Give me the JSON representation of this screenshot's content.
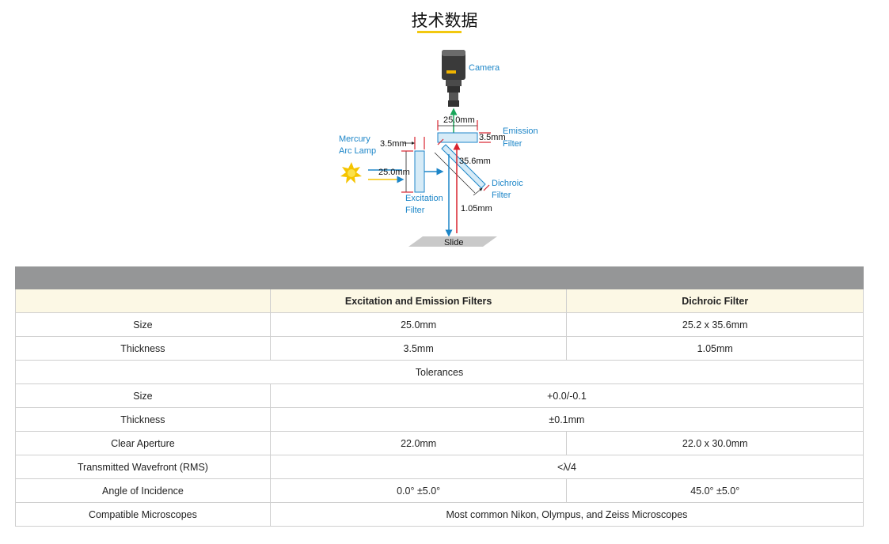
{
  "page": {
    "title": "技术数据"
  },
  "diagram": {
    "labels": {
      "camera": "Camera",
      "emission_filter": [
        "Emission",
        "Filter"
      ],
      "mercury_lamp": [
        "Mercury",
        "Arc Lamp"
      ],
      "dichroic_filter": [
        "Dichroic",
        "Filter"
      ],
      "excitation_filter": [
        "Excitation",
        "Filter"
      ],
      "slide": "Slide"
    },
    "dimensions": {
      "emission_width": "25.0mm",
      "emission_thickness": "3.5mm",
      "excitation_thickness": "3.5mm",
      "excitation_width": "25.0mm",
      "dichroic_length": "35.6mm",
      "dichroic_thickness": "1.05mm"
    },
    "colors": {
      "blue": "#1d86c8",
      "red": "#d9232e",
      "green": "#1aa55a",
      "yellow": "#f5c400"
    }
  },
  "table": {
    "columns": [
      "",
      "Excitation and Emission Filters",
      "Dichroic Filter"
    ],
    "rows": {
      "size": {
        "label": "Size",
        "excitation_emission": "25.0mm",
        "dichroic": "25.2 x 35.6mm"
      },
      "thickness": {
        "label": "Thickness",
        "excitation_emission": "3.5mm",
        "dichroic": "1.05mm"
      },
      "tolerances": {
        "label": "Tolerances"
      },
      "tol_size": {
        "label": "Size",
        "value": "+0.0/-0.1"
      },
      "tol_thickness": {
        "label": "Thickness",
        "value": "±0.1mm"
      },
      "clear_aperture": {
        "label": "Clear Aperture",
        "excitation_emission": "22.0mm",
        "dichroic": "22.0 x 30.0mm"
      },
      "wavefront": {
        "label": "Transmitted Wavefront (RMS)",
        "value": "<λ/4"
      },
      "angle": {
        "label": "Angle of Incidence",
        "excitation_emission": "0.0° ±5.0°",
        "dichroic": "45.0° ±5.0°"
      },
      "microscopes": {
        "label": "Compatible Microscopes",
        "value": "Most common Nikon, Olympus, and Zeiss Microscopes"
      }
    }
  }
}
